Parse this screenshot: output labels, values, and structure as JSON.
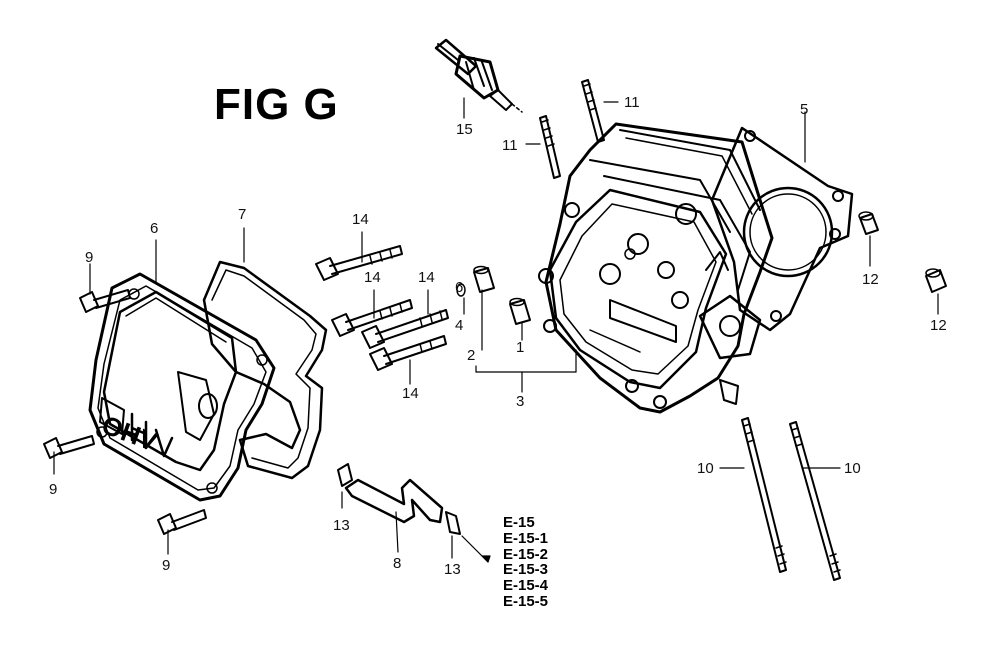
{
  "figure": {
    "title": "FIG G",
    "cover_badge": "OHV"
  },
  "callouts": {
    "c1": "1",
    "c2": "2",
    "c3": "3",
    "c4": "4",
    "c5": "5",
    "c6a": "6",
    "c6b": "6",
    "c7": "7",
    "c8": "8",
    "c9a": "9",
    "c9b": "9",
    "c9c": "9",
    "c10a": "10",
    "c10b": "10",
    "c11a": "11",
    "c11b": "11",
    "c12a": "12",
    "c12b": "12",
    "c13a": "13",
    "c13b": "13",
    "c14a": "14",
    "c14b": "14",
    "c14c": "14",
    "c14d": "14",
    "c15": "15"
  },
  "references": [
    "E-15",
    "E-15-1",
    "E-15-2",
    "E-15-3",
    "E-15-4",
    "E-15-5"
  ],
  "colors": {
    "line": "#000000",
    "background": "#ffffff"
  }
}
